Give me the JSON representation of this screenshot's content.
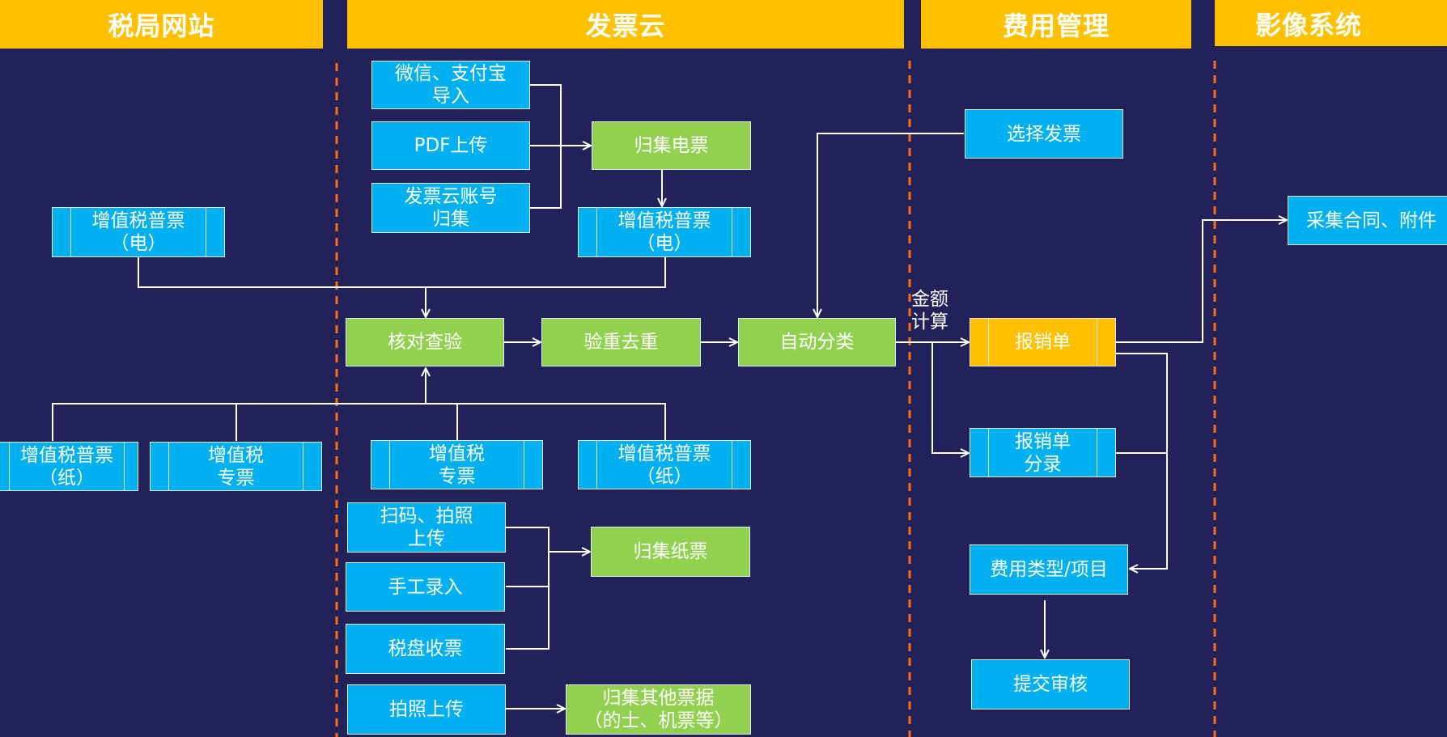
{
  "headers": {
    "tax_bureau": "税局网站",
    "invoice_cloud": "发票云",
    "expense_mgmt": "费用管理",
    "image_system": "影像系统"
  },
  "nodes": {
    "wechat_alipay_import": "微信、支付宝\n导入",
    "pdf_upload": "PDF上传",
    "cloud_account_collect": "发票云账号\n归集",
    "collect_e_invoice": "归集电票",
    "vat_normal_e_cloud": "增值税普票\n（电）",
    "vat_normal_e_tax": "增值税普票\n（电）",
    "verify_check": "核对查验",
    "dedup": "验重去重",
    "auto_classify": "自动分类",
    "select_invoice": "选择发票",
    "expense_form": "报销单",
    "expense_entry": "报销单\n分录",
    "expense_type": "费用类型/项目",
    "submit_review": "提交审核",
    "collect_contract": "采集合同、附件",
    "vat_normal_paper_tax": "增值税普票\n（纸）",
    "vat_special_tax": "增值税\n专票",
    "vat_special_cloud": "增值税\n专票",
    "vat_normal_paper_cloud": "增值税普票\n（纸）",
    "scan_photo_upload": "扫码、拍照\n上传",
    "manual_entry": "手工录入",
    "tax_disk_receive": "税盘收票",
    "collect_paper": "归集纸票",
    "photo_upload": "拍照上传",
    "collect_other": "归集其他票据\n（的士、机票等）"
  },
  "labels": {
    "amount_calc": "金额\n计算"
  },
  "colors": {
    "background": "#23215a",
    "header": "#ffc000",
    "blue_box": "#00b0f0",
    "green_box": "#92d050",
    "gold_box": "#ffc000",
    "divider": "#ff6a13",
    "connector": "#ffffff"
  }
}
